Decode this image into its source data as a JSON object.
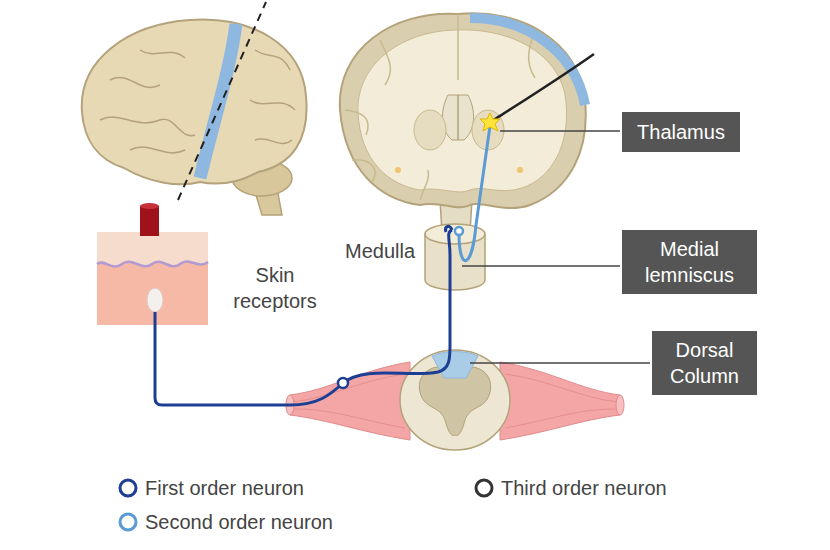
{
  "diagram": {
    "nodes": [
      {
        "text": [
          "Thalamus"
        ]
      },
      {
        "text": [
          "Medial lemniscus"
        ]
      },
      {
        "text": [
          "Dorsal Column"
        ]
      }
    ],
    "labels": [
      "Medulla",
      "Skin receptors"
    ],
    "legend": [
      {
        "text": "First order neuron",
        "color": "#1c3f94"
      },
      {
        "text": "Second order neuron",
        "color": "#5b9bd5"
      },
      {
        "text": "Third order neuron",
        "color": "#333333"
      }
    ]
  }
}
